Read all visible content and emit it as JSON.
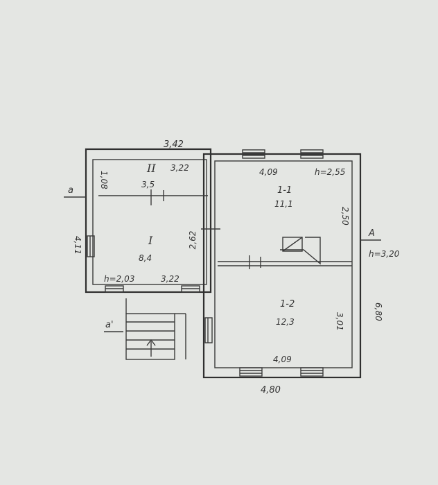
{
  "plan": {
    "overall_width_top": "3,42",
    "overall_width_bottom": "4,80",
    "overall_height_right": "6,80",
    "left_wall_height": "4,11",
    "section_a": "a",
    "section_a_prime": "a'",
    "section_A": "A",
    "height_outer": "h=3,20",
    "rooms": [
      {
        "id": "II",
        "area": "3,5",
        "width": "3,22",
        "depth": "1,08"
      },
      {
        "id": "I",
        "area": "8,4",
        "width": "3,22",
        "depth": "2,62",
        "height": "h=2,03"
      },
      {
        "id": "1-1",
        "area": "11,1",
        "width": "4,09",
        "depth": "2,50",
        "height": "h=2,55"
      },
      {
        "id": "1-2",
        "area": "12,3",
        "width": "4,09",
        "depth": "3,01"
      }
    ]
  }
}
